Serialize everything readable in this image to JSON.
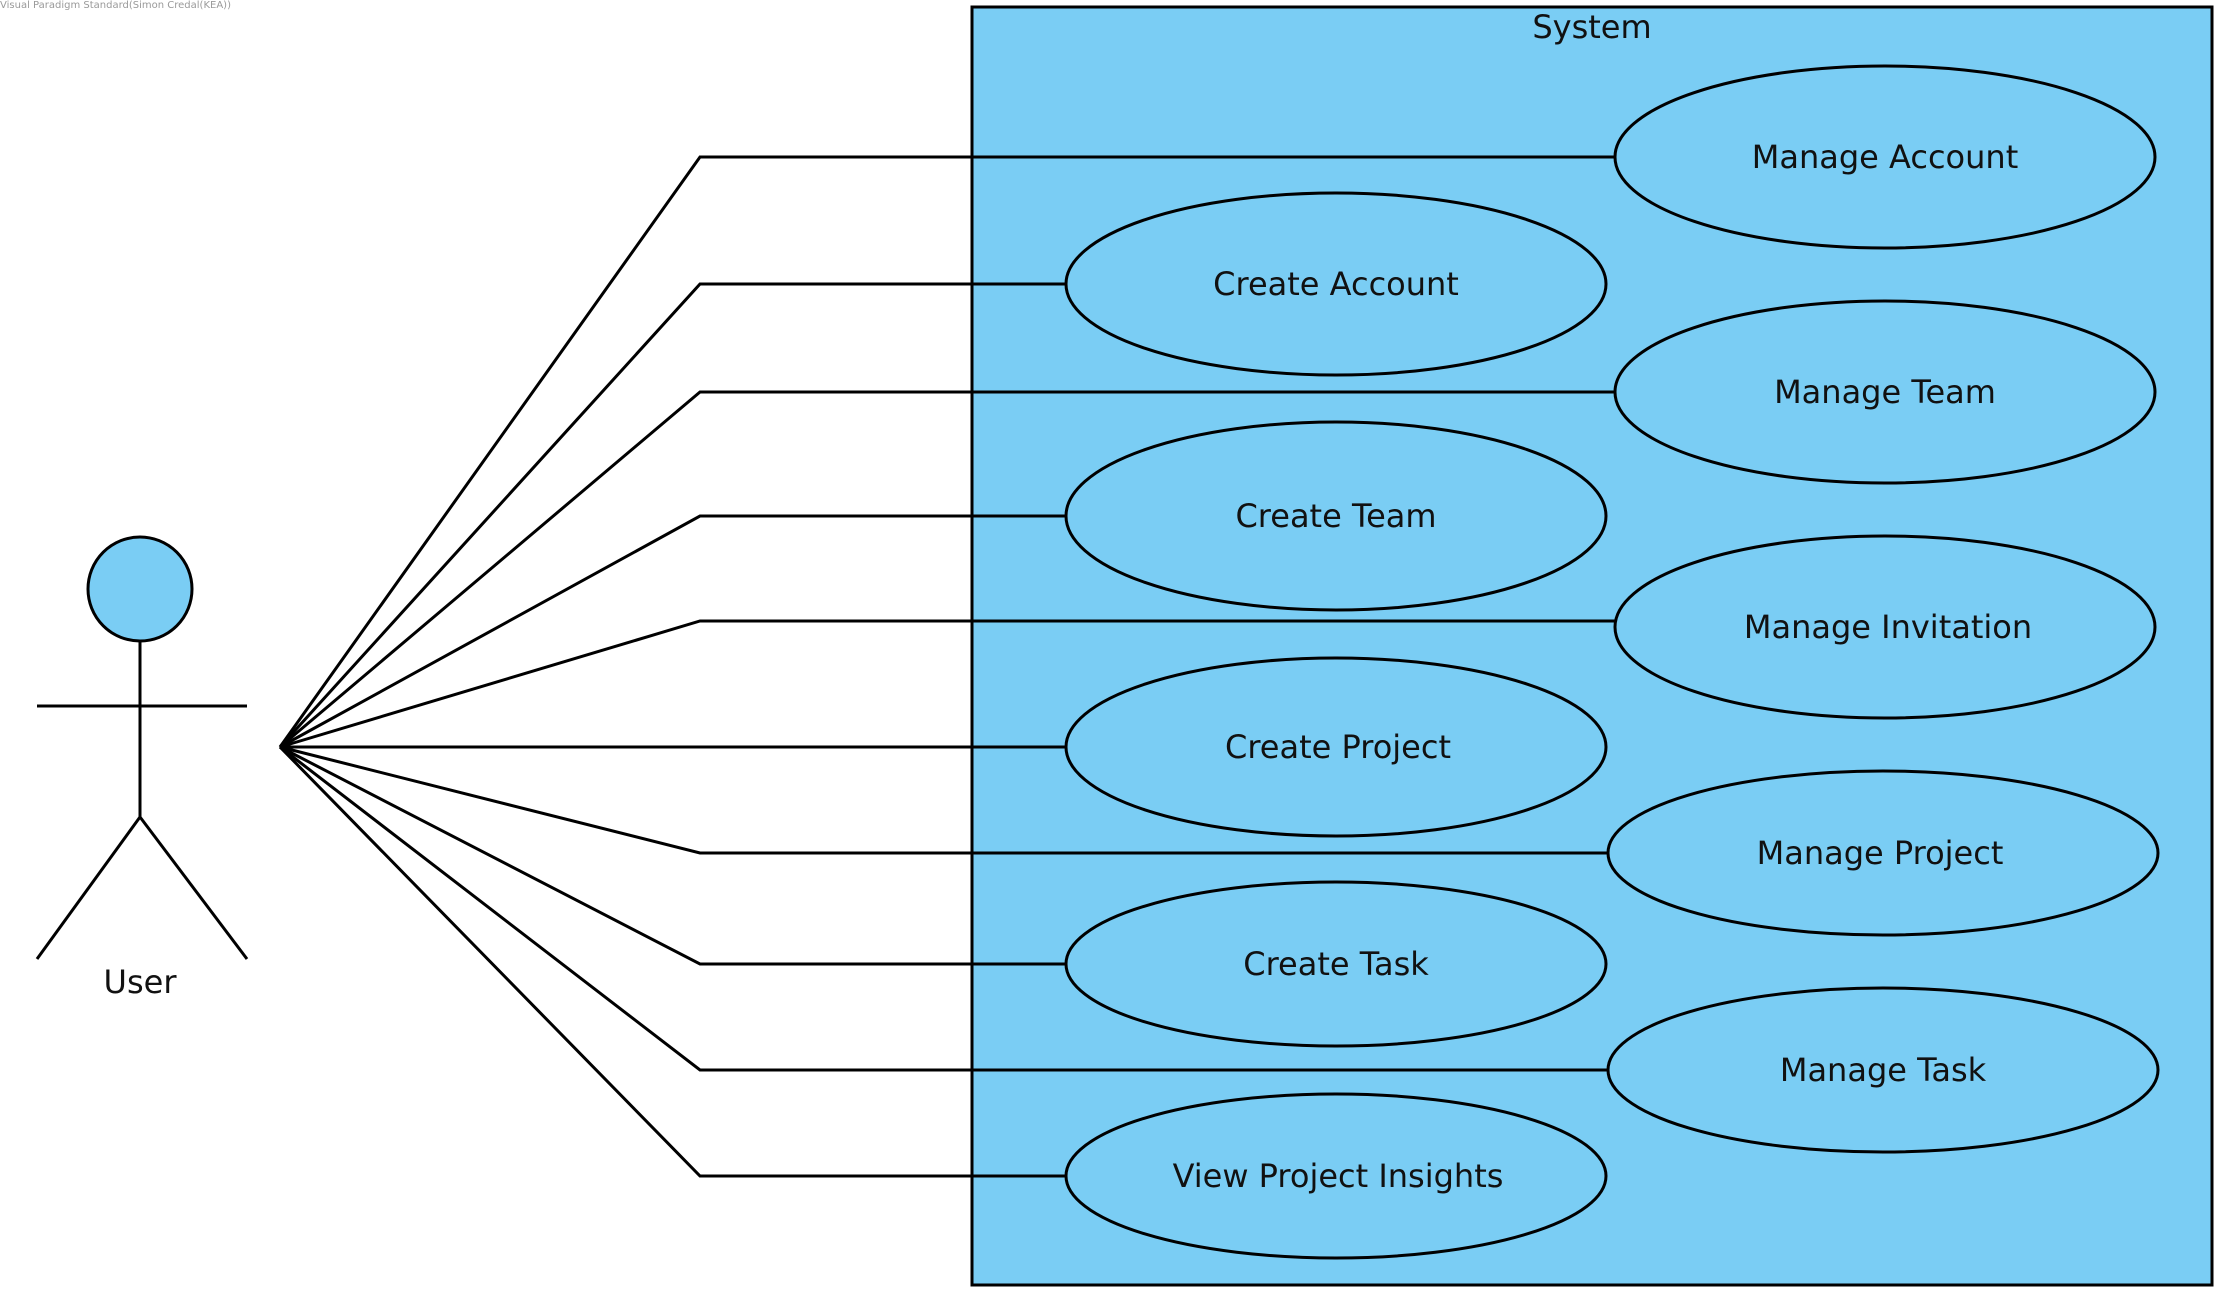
{
  "watermark": "Visual Paradigm Standard(Simon Credal(KEA))",
  "system": {
    "label": "System",
    "fill": "#7acdf4",
    "stroke": "#000000"
  },
  "actor": {
    "label": "User",
    "fill": "#7acdf4"
  },
  "use_cases": [
    {
      "id": "manage-account",
      "label": "Manage Account"
    },
    {
      "id": "create-account",
      "label": "Create Account"
    },
    {
      "id": "manage-team",
      "label": "Manage Team"
    },
    {
      "id": "create-team",
      "label": "Create Team"
    },
    {
      "id": "manage-invitation",
      "label": "Manage Invitation"
    },
    {
      "id": "create-project",
      "label": "Create Project"
    },
    {
      "id": "manage-project",
      "label": "Manage Project"
    },
    {
      "id": "create-task",
      "label": "Create Task"
    },
    {
      "id": "manage-task",
      "label": "Manage Task"
    },
    {
      "id": "view-project-insights",
      "label": "View Project Insights"
    }
  ],
  "colors": {
    "use_case_fill": "#7acdf4",
    "line": "#000000"
  }
}
